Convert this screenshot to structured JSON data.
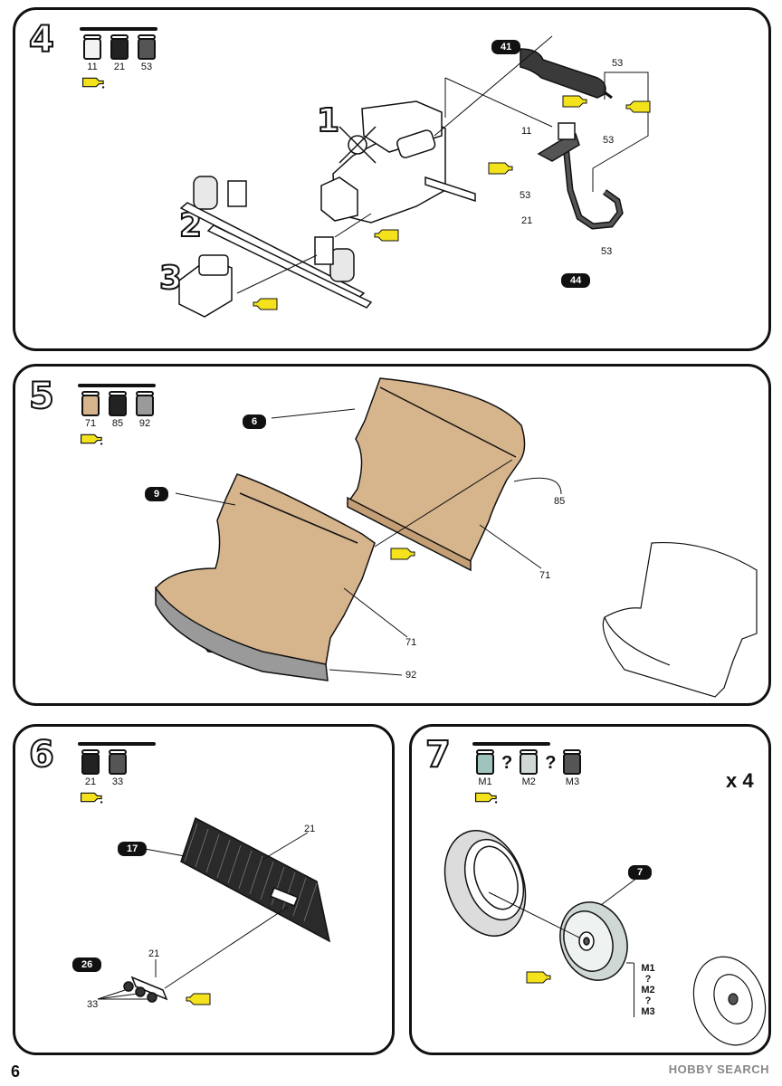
{
  "page": {
    "number": "6",
    "watermark": "HOBBY SEARCH"
  },
  "colors": {
    "tan": "#d6b48c",
    "grey": "#9a9a9a",
    "dark": "#222222",
    "mid": "#555555",
    "white": "#f2f2f2",
    "teal": "#9fc3bd",
    "glue": "#f3e21c"
  },
  "step4": {
    "number": "4",
    "paints": [
      {
        "code": "11"
      },
      {
        "code": "21"
      },
      {
        "code": "53"
      }
    ],
    "sub_numbers": [
      "1",
      "2",
      "3"
    ],
    "tags": [
      "41",
      "44"
    ],
    "notes": [
      "53",
      "11",
      "53",
      "53",
      "21",
      "53"
    ]
  },
  "step5": {
    "number": "5",
    "paints": [
      {
        "code": "71"
      },
      {
        "code": "85"
      },
      {
        "code": "92"
      }
    ],
    "tags": [
      "6",
      "9"
    ],
    "notes": [
      "85",
      "71",
      "71",
      "92"
    ]
  },
  "step6": {
    "number": "6",
    "paints": [
      {
        "code": "21"
      },
      {
        "code": "33"
      }
    ],
    "tags": [
      "17",
      "26"
    ],
    "notes": [
      "21",
      "21",
      "33"
    ]
  },
  "step7": {
    "number": "7",
    "paints": [
      {
        "code": "M1"
      },
      {
        "code": "M2"
      },
      {
        "code": "M3"
      }
    ],
    "mix_sign": "?",
    "multiplier": "x 4",
    "tags": [
      "7"
    ],
    "legend": [
      "M1",
      "?",
      "M2",
      "?",
      "M3"
    ]
  }
}
